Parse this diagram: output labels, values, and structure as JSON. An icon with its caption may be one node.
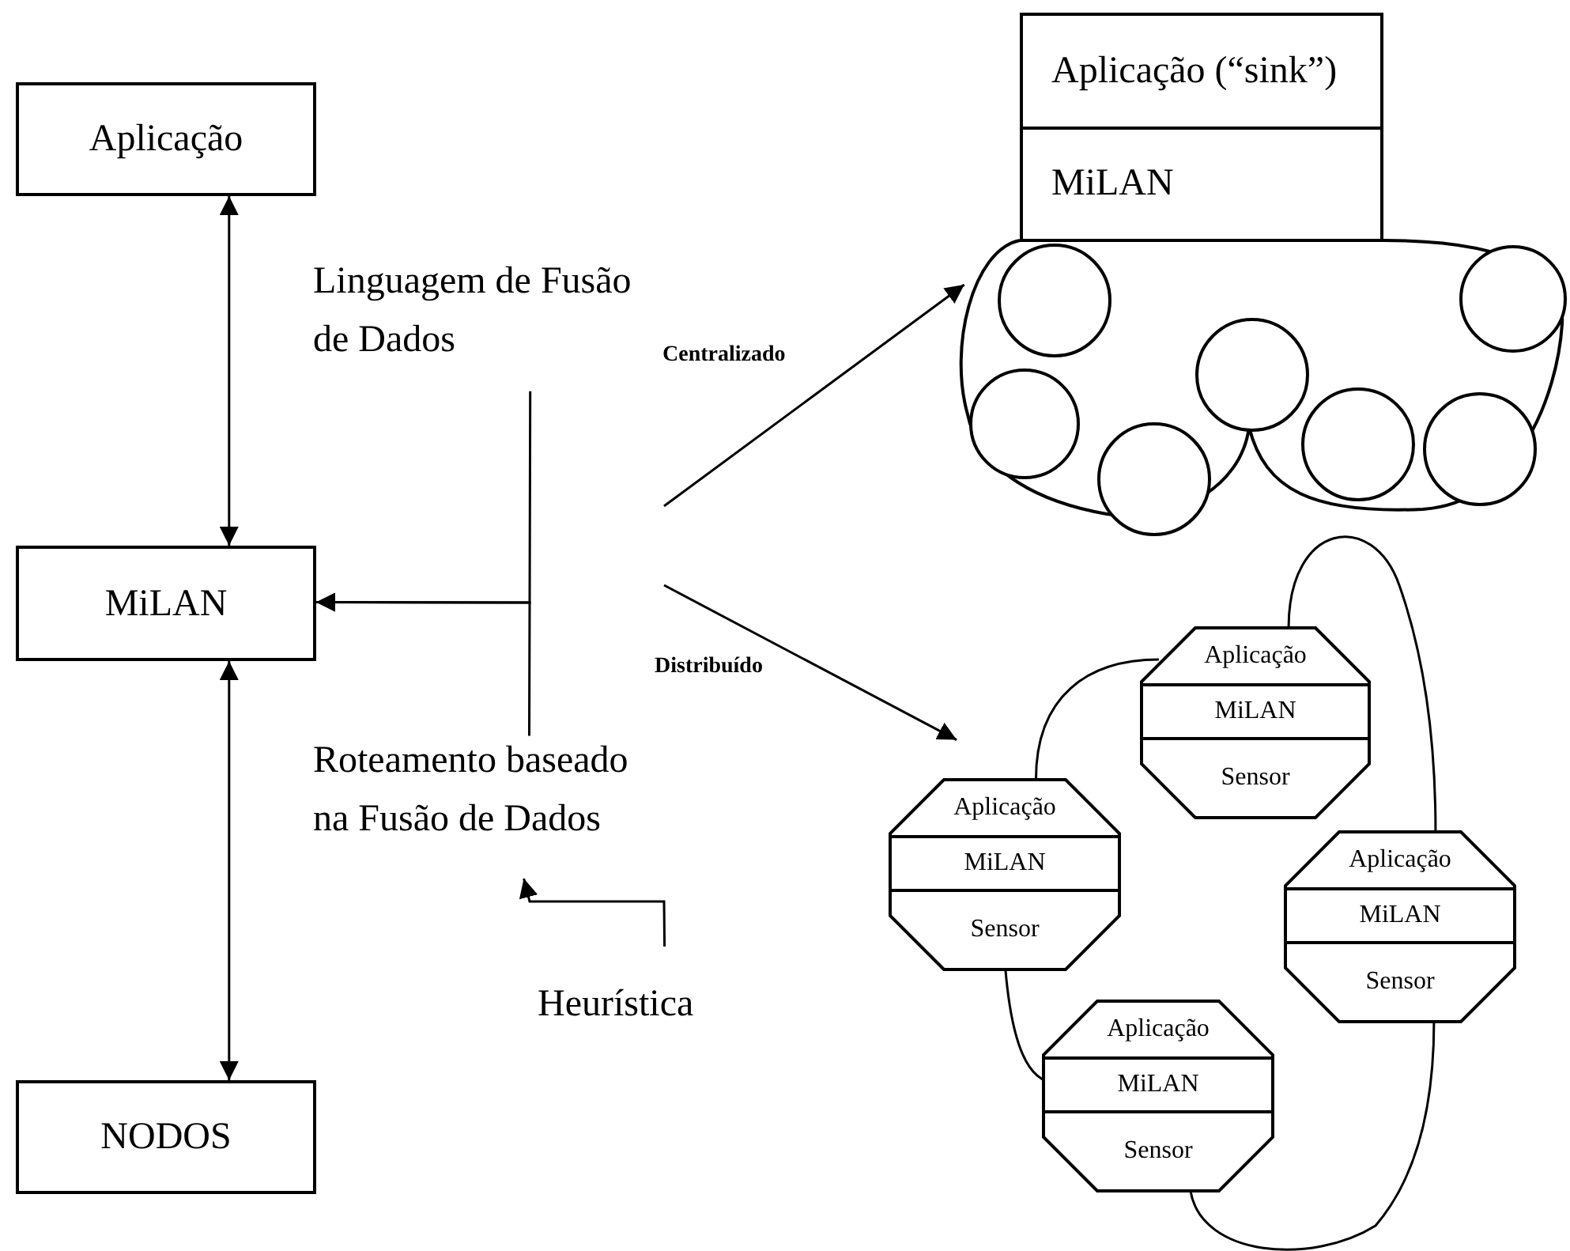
{
  "diagram": {
    "nodes": [
      {
        "text": [
          "Aplicação"
        ]
      },
      {
        "text": [
          "MiLAN"
        ]
      },
      {
        "text": [
          "NODOS"
        ]
      },
      {
        "text": [
          "Linguagem de Fusão de Dados"
        ]
      },
      {
        "text": [
          "Roteamento baseado na Fusão de Dados"
        ]
      },
      {
        "text": [
          "Heurística"
        ]
      },
      {
        "text": [
          "Aplicação (“sink”)",
          "MiLAN"
        ]
      },
      {
        "text": [],
        "shape": "cloud"
      },
      {
        "text": [],
        "shape": "circle",
        "in": 7
      },
      {
        "text": [],
        "shape": "circle",
        "in": 7
      },
      {
        "text": [],
        "shape": "circle",
        "in": 7
      },
      {
        "text": [],
        "shape": "circle",
        "in": 7
      },
      {
        "text": [],
        "shape": "circle",
        "in": 7
      },
      {
        "text": [],
        "shape": "circle",
        "in": 7
      },
      {
        "text": [],
        "shape": "circle",
        "in": 7
      },
      {
        "text": [
          "Aplicação",
          "MiLAN",
          "Sensor"
        ]
      },
      {
        "text": [
          "Aplicação",
          "MiLAN",
          "Sensor"
        ]
      },
      {
        "text": [
          "Aplicação",
          "MiLAN",
          "Sensor"
        ]
      },
      {
        "text": [
          "Aplicação",
          "MiLAN",
          "Sensor"
        ]
      }
    ],
    "edges": [
      {
        "from": 0,
        "to": 1,
        "arrow": "both"
      },
      {
        "from": 1,
        "to": 2,
        "arrow": "both"
      },
      {
        "from": 3,
        "to": 1,
        "arrow": "to"
      },
      {
        "from": 4,
        "to": 1,
        "arrow": "to"
      },
      {
        "from": 5,
        "to": 4,
        "arrow": "to"
      },
      {
        "from": null,
        "to": 7,
        "arrow": "to",
        "label": "Centralizado"
      },
      {
        "from": null,
        "to": 16,
        "arrow": "to",
        "label": "Distribuído"
      },
      {
        "from": 16,
        "to": 15,
        "arrow": "none"
      },
      {
        "from": 15,
        "to": 17,
        "arrow": "none"
      },
      {
        "from": 16,
        "to": 18,
        "arrow": "none"
      },
      {
        "from": 18,
        "to": 17,
        "arrow": "none"
      }
    ]
  }
}
